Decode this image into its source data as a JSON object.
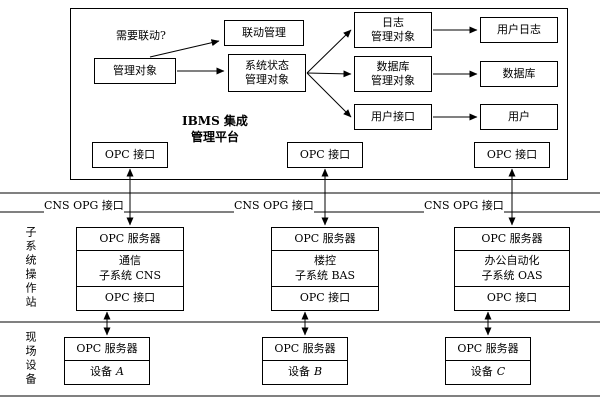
{
  "diagram": {
    "platform": {
      "title": [
        "IBMS 集成",
        "管理平台"
      ],
      "question": "需要联动?",
      "linkage": "联动管理",
      "mgmt_object": "管理对象",
      "system_status": [
        "系统状态",
        "管理对象"
      ],
      "log_mgmt": [
        "日志",
        "管理对象"
      ],
      "db_mgmt": [
        "数据库",
        "管理对象"
      ],
      "user_interface": "用户接口",
      "user_log": "用户日志",
      "database": "数据库",
      "user": "用户",
      "opc_interfaces": [
        "OPC 接口",
        "OPC 接口",
        "OPC 接口"
      ]
    },
    "bus_labels": [
      "CNS OPG 接口",
      "CNS OPG 接口",
      "CNS OPG 接口"
    ],
    "side_labels": {
      "subsystems": "子系统操作站",
      "devices": "现场设备"
    },
    "subsystems": [
      {
        "server": "OPC 服务器",
        "name": [
          "通信",
          "子系统 CNS"
        ],
        "interface": "OPC 接口"
      },
      {
        "server": "OPC 服务器",
        "name": [
          "楼控",
          "子系统 BAS"
        ],
        "interface": "OPC 接口"
      },
      {
        "server": "OPC 服务器",
        "name": [
          "办公自动化",
          "子系统 OAS"
        ],
        "interface": "OPC 接口"
      }
    ],
    "devices": [
      {
        "server": "OPC 服务器",
        "label": "设备",
        "id": "A"
      },
      {
        "server": "OPC 服务器",
        "label": "设备",
        "id": "B"
      },
      {
        "server": "OPC 服务器",
        "label": "设备",
        "id": "C"
      }
    ]
  }
}
